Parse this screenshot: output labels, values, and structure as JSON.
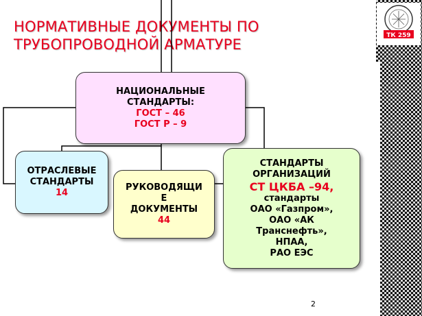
{
  "header": {
    "title_line1": "НОРМАТИВНЫЕ ДОКУМЕНТЫ ПО",
    "title_line2": "ТРУБОПРОВОДНОЙ АРМАТУРЕ",
    "logo_label": "ТК 259"
  },
  "diagram": {
    "national": {
      "line1": "НАЦИОНАЛЬНЫЕ",
      "line2": "СТАНДАРТЫ:",
      "line3": "ГОСТ – 46",
      "line4": "ГОСТ Р – 9"
    },
    "industry": {
      "line1": "ОТРАСЛЕВЫЕ",
      "line2": "СТАНДАРТЫ",
      "line3": "14"
    },
    "guidance": {
      "line1": "РУКОВОДЯЩИ",
      "line2": "Е",
      "line3": "ДОКУМЕНТЫ",
      "line4": "44"
    },
    "organization": {
      "line1": "СТАНДАРТЫ",
      "line2": "ОРГАНИЗАЦИЙ",
      "line3": "СТ ЦКБА –94,",
      "line4": "стандарты",
      "line5": "ОАО «Газпром»,",
      "line6": "ОАО «АК",
      "line7": "Транснефть»,",
      "line8": "НПАА,",
      "line9": "РАО ЕЭС"
    }
  },
  "footer": {
    "page_number": "2"
  },
  "colors": {
    "title": "#e8001e",
    "national_bg": "#ffe0ff",
    "industry_bg": "#d9f7ff",
    "guidance_bg": "#ffffcc",
    "organization_bg": "#e6ffcc",
    "highlight": "#e8001e"
  }
}
